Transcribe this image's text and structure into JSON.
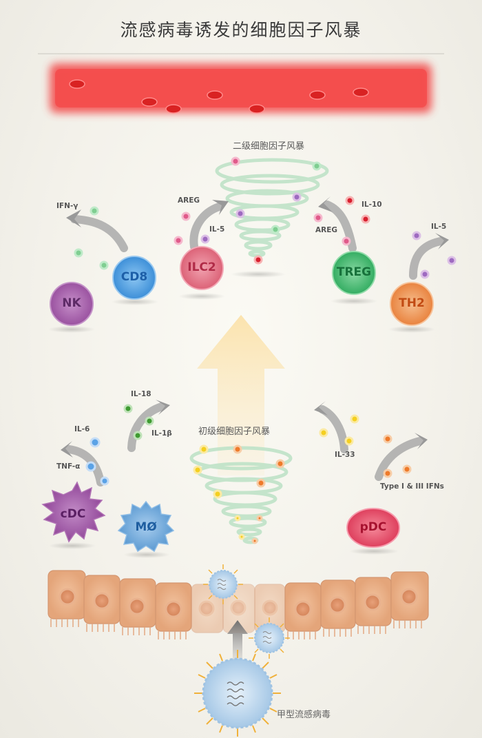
{
  "title": "流感病毒诱发的细胞因子风暴",
  "storms": {
    "secondary": "二级细胞因子风暴",
    "primary": "初级细胞因子风暴"
  },
  "virus_label": "甲型流感病毒",
  "cells": {
    "nk": "NK",
    "cd8": "CD8",
    "ilc2": "ILC2",
    "treg": "TREG",
    "th2": "TH2",
    "cdc": "cDC",
    "macrophage": "MØ",
    "pdc": "pDC"
  },
  "cytokines": {
    "ifn_gamma": "IFN-γ",
    "areg_left": "AREG",
    "il5_left": "IL-5",
    "il10": "IL-10",
    "areg_right": "AREG",
    "il5_right": "IL-5",
    "il18": "IL-18",
    "il1b": "IL-1β",
    "il6": "IL-6",
    "tnf_alpha": "TNF-α",
    "il33": "IL-33",
    "type_ifns": "Type I & III IFNs"
  },
  "colors": {
    "blood": "#f03a3a",
    "nk": "#a35ea8",
    "cd8": "#4a9be0",
    "ilc2": "#e06a80",
    "treg": "#3fb86b",
    "th2": "#ec8a48",
    "cdc": "#9a4d9e",
    "macrophage": "#6aa4d6",
    "pdc": "#e04a66",
    "epithelium": "#e7ab82",
    "big_arrow": "#fbe7b5"
  }
}
